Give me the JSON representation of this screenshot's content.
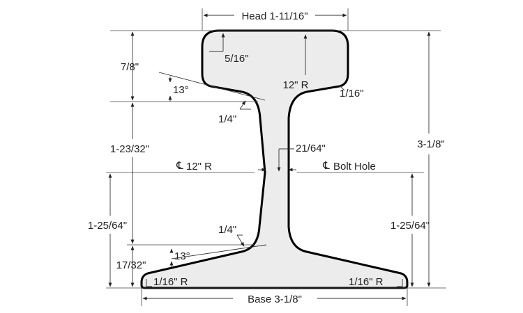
{
  "colors": {
    "outline": "#000000",
    "fill": "#ececec",
    "dimension_line": "#333333",
    "text": "#222222"
  },
  "dimensions": {
    "head_width": "Head 1-11/16\"",
    "base_width": "Base 3-1/8\"",
    "total_height": "3-1/8\"",
    "head_depth": "7/8\"",
    "web_height": "1-23/32\"",
    "base_depth": "17/32\"",
    "left_bolt_height": "1-25/64\"",
    "right_bolt_height": "1-25/64\"",
    "head_corner_radius": "5/16\"",
    "crown_radius": "12\" R",
    "head_fillet": "1/16\"",
    "upper_angle": "13°",
    "lower_angle": "13°",
    "upper_web_fillet": "1/4\"",
    "lower_web_fillet": "1/4\"",
    "web_thickness": "21/64\"",
    "web_radius": "12\" R",
    "bolt_hole": "Bolt Hole",
    "base_left_radius": "1/16\" R",
    "base_right_radius": "1/16\" R",
    "centerline_symbol": "℄"
  }
}
